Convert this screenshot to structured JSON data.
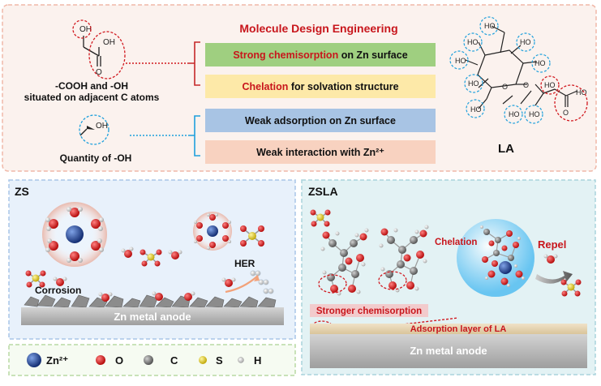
{
  "top_panel": {
    "title": "Molecule Design Engineering",
    "cooh_label_line1": "-COOH and -OH",
    "cooh_label_line2": "situated on adjacent C atoms",
    "oh_quantity_label": "Quantity of -OH",
    "mol_oh": "OH",
    "mol_o": "O",
    "boxes": [
      {
        "em": "Strong chemisorption",
        "rest": " on Zn surface",
        "color": "#9fcf80"
      },
      {
        "em": "Chelation",
        "rest": " for solvation structure",
        "color": "#fde9a8"
      },
      {
        "em": "",
        "rest": "Weak adsorption on Zn surface",
        "color": "#a8c4e4"
      },
      {
        "em": "",
        "rest": "Weak interaction with Zn²⁺",
        "color": "#f8d2c0"
      }
    ],
    "la_label": "LA",
    "la_oh": "HO",
    "la_o": "O"
  },
  "zs_panel": {
    "title": "ZS",
    "corrosion": "Corrosion",
    "her": "HER",
    "anode": "Zn metal anode"
  },
  "zsla_panel": {
    "title": "ZSLA",
    "chelation": "Chelation",
    "repel": "Repel",
    "stronger": "Stronger chemisorption",
    "adsorption_layer": "Adsorption layer of LA",
    "anode": "Zn metal anode"
  },
  "legend": {
    "zn": "Zn²⁺",
    "o": "O",
    "c": "C",
    "s": "S",
    "h": "H"
  },
  "colors": {
    "accent_red": "#d1191f",
    "panel_border": "#f0b8a8",
    "zs_bg": "#e8f1fb",
    "zsla_bg": "#e3f2f4",
    "zn_atom": "#1f3f8c",
    "o_atom": "#d81414",
    "c_atom": "#7a7a7a",
    "s_atom": "#e8d21a",
    "h_atom": "#e8e8e8"
  }
}
